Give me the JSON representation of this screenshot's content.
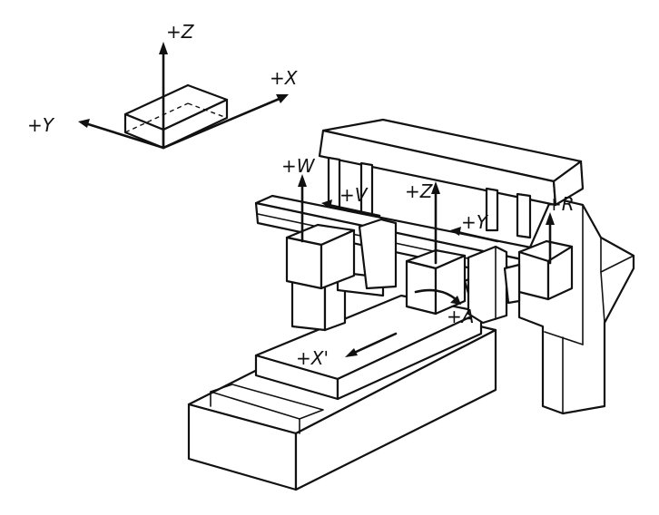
{
  "axes_reference": {
    "z": "+Z",
    "x": "+X",
    "y": "+Y"
  },
  "machine_axes": {
    "w": "+W",
    "v": "+V",
    "z": "+Z",
    "y": "+Y",
    "r": "+R",
    "a": "+A",
    "x_prime": "+X'"
  },
  "colors": {
    "ink": "#111111",
    "paper": "#ffffff"
  }
}
